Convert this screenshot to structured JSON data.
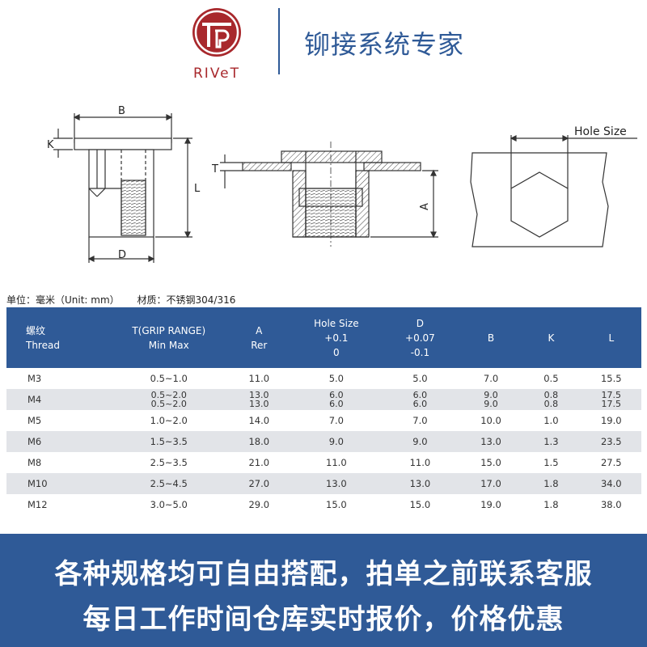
{
  "brand": {
    "logo_text": "RIVeT",
    "logo_color": "#a8282c",
    "accent_color": "#2f5a97",
    "tagline": "铆接系统专家"
  },
  "drawing_labels": {
    "b": "B",
    "k": "K",
    "l": "L",
    "d": "D",
    "t": "T",
    "a": "A",
    "hole_size": "Hole Size"
  },
  "unit_info": {
    "unit": "单位：毫米（Unit: mm）",
    "material": "材质：不锈钢304/316"
  },
  "table": {
    "headers": {
      "thread": [
        "螺纹",
        "Thread"
      ],
      "t": [
        "T(GRIP RANGE)",
        "Min Max"
      ],
      "a": [
        "A",
        "Rer"
      ],
      "hole": [
        "Hole Size",
        "+0.1",
        "0"
      ],
      "d": [
        "D",
        "+0.07",
        "-0.1"
      ],
      "b": [
        "B"
      ],
      "k": [
        "K"
      ],
      "l": [
        "L"
      ]
    },
    "rows": [
      {
        "thread": "M3",
        "t": "0.5~1.0",
        "a": "11.0",
        "hole": "5.0",
        "d": "5.0",
        "b": "7.0",
        "k": "0.5",
        "l": "15.5"
      },
      {
        "thread": "M4",
        "t": "0.5~2.0",
        "a": "13.0",
        "hole": "6.0",
        "d": "6.0",
        "b": "9.0",
        "k": "0.8",
        "l": "17.5"
      },
      {
        "thread": "M5",
        "t": "1.0~2.0",
        "a": "14.0",
        "hole": "7.0",
        "d": "7.0",
        "b": "10.0",
        "k": "1.0",
        "l": "19.0"
      },
      {
        "thread": "M6",
        "t": "1.5~3.5",
        "a": "18.0",
        "hole": "9.0",
        "d": "9.0",
        "b": "13.0",
        "k": "1.3",
        "l": "23.5"
      },
      {
        "thread": "M8",
        "t": "2.5~3.5",
        "a": "21.0",
        "hole": "11.0",
        "d": "11.0",
        "b": "15.0",
        "k": "1.5",
        "l": "27.5"
      },
      {
        "thread": "M10",
        "t": "2.5~4.5",
        "a": "27.0",
        "hole": "13.0",
        "d": "13.0",
        "b": "17.0",
        "k": "1.8",
        "l": "34.0"
      },
      {
        "thread": "M12",
        "t": "3.0~5.0",
        "a": "29.0",
        "hole": "15.0",
        "d": "15.0",
        "b": "19.0",
        "k": "1.8",
        "l": "38.0"
      }
    ]
  },
  "banner": {
    "line1": "各种规格均可自由搭配，拍单之前联系客服",
    "line2": "每日工作时间仓库实时报价，价格优惠"
  }
}
